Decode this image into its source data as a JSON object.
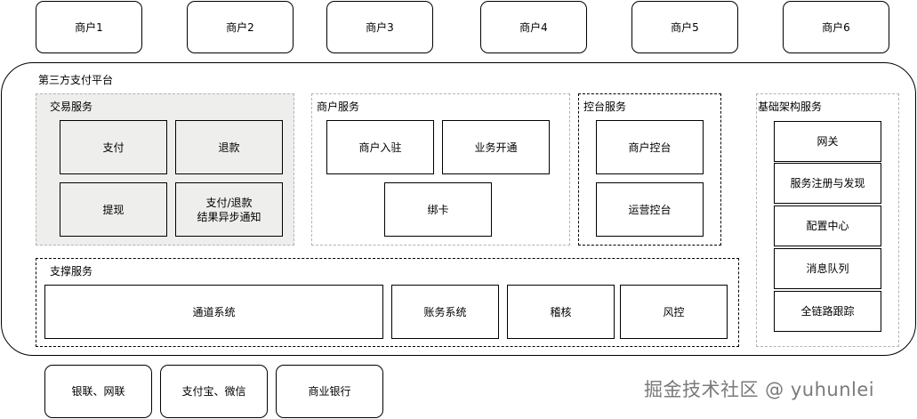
{
  "merchants": [
    "商户1",
    "商户2",
    "商户3",
    "商户4",
    "商户5",
    "商户6"
  ],
  "platform": {
    "title": "第三方支付平台"
  },
  "trade": {
    "title": "交易服务",
    "items": [
      "支付",
      "退款",
      "提现",
      "支付/退款\n结果异步通知"
    ]
  },
  "merchant_service": {
    "title": "商户服务",
    "items": [
      "商户入驻",
      "业务开通",
      "绑卡"
    ]
  },
  "console": {
    "title": "控台服务",
    "items": [
      "商户控台",
      "运营控台"
    ]
  },
  "infra": {
    "title": "基础架构服务",
    "items": [
      "网关",
      "服务注册与发现",
      "配置中心",
      "消息队列",
      "全链路跟踪"
    ]
  },
  "support": {
    "title": "支撑服务",
    "items": [
      "通道系统",
      "账务系统",
      "稽核",
      "风控"
    ]
  },
  "channels": [
    "银联、网联",
    "支付宝、微信",
    "商业银行"
  ],
  "watermark": "掘金技术社区 @ yuhunlei"
}
